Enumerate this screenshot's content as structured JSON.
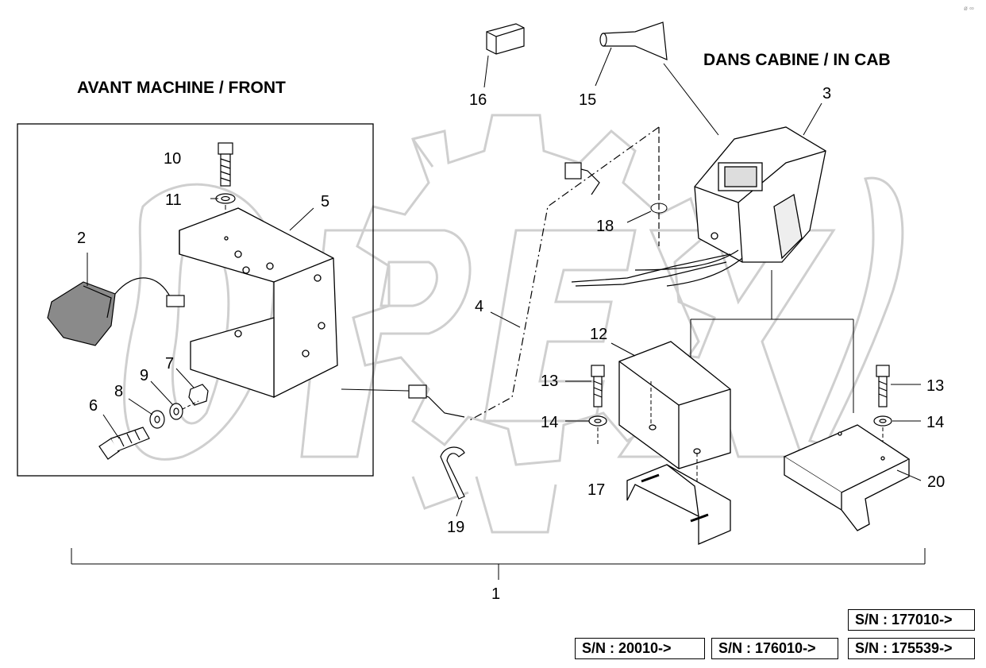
{
  "headings": {
    "front": "AVANT MACHINE / FRONT",
    "cab": "DANS CABINE / IN CAB"
  },
  "watermark_icon": "opex-gear-logo-watermark",
  "callouts": [
    "1",
    "2",
    "3",
    "4",
    "5",
    "6",
    "7",
    "8",
    "9",
    "10",
    "11",
    "12",
    "13",
    "14",
    "15",
    "16",
    "17",
    "18",
    "19",
    "20"
  ],
  "repeat_callouts": {
    "13b": "13",
    "14b": "14"
  },
  "serial_numbers": {
    "top": "S/N : 177010->",
    "row": [
      "S/N : 20010->",
      "S/N : 176010->",
      "S/N : 175539->"
    ]
  },
  "corner_mark": "ø ∞"
}
